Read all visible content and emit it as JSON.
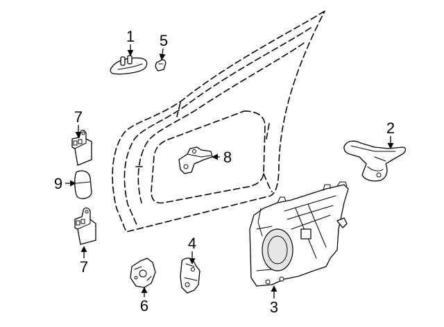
{
  "callouts": [
    {
      "id": "c1",
      "text": "1"
    },
    {
      "id": "c2",
      "text": "2"
    },
    {
      "id": "c3",
      "text": "3"
    },
    {
      "id": "c4",
      "text": "4"
    },
    {
      "id": "c5",
      "text": "5"
    },
    {
      "id": "c6",
      "text": "6"
    },
    {
      "id": "c7a",
      "text": "7"
    },
    {
      "id": "c7b",
      "text": "7"
    },
    {
      "id": "c8",
      "text": "8"
    },
    {
      "id": "c9",
      "text": "9"
    }
  ]
}
